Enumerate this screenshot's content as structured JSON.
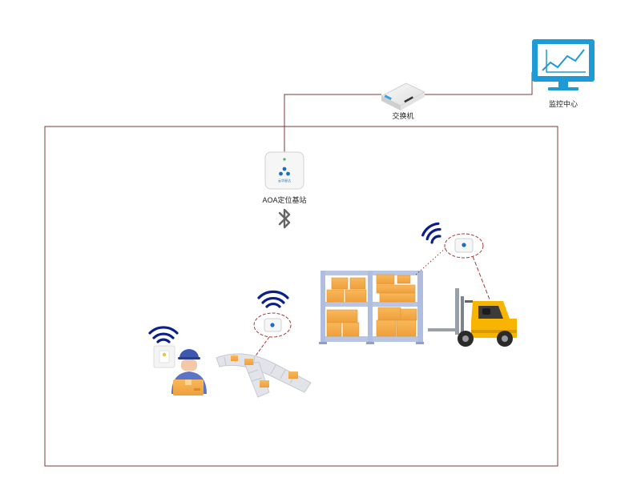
{
  "labels": {
    "monitor": "监控中心",
    "switch": "交换机",
    "base_station": "AOA定位基站",
    "base_station_logo": "云华星达"
  },
  "colors": {
    "zone_border": "#7a3a3a",
    "link_line": "#7a3a3a",
    "wifi": "#0b1f8c",
    "monitor_blue": "#1e9bd7",
    "box": "#f4a94a",
    "shelf": "#b8c6e4",
    "forklift": "#f7b400",
    "worker_shirt": "#5b74c8",
    "tag_ring": "#a33a3a",
    "bluetooth": "#666666"
  },
  "icons": [
    "monitor-chart-icon",
    "network-switch-icon",
    "aoa-base-station-icon",
    "bluetooth-icon",
    "wifi-signal-icon",
    "badge-tag-icon",
    "worker-icon",
    "conveyor-belt-icon",
    "warehouse-shelf-icon",
    "forklift-icon",
    "asset-tag-icon"
  ]
}
